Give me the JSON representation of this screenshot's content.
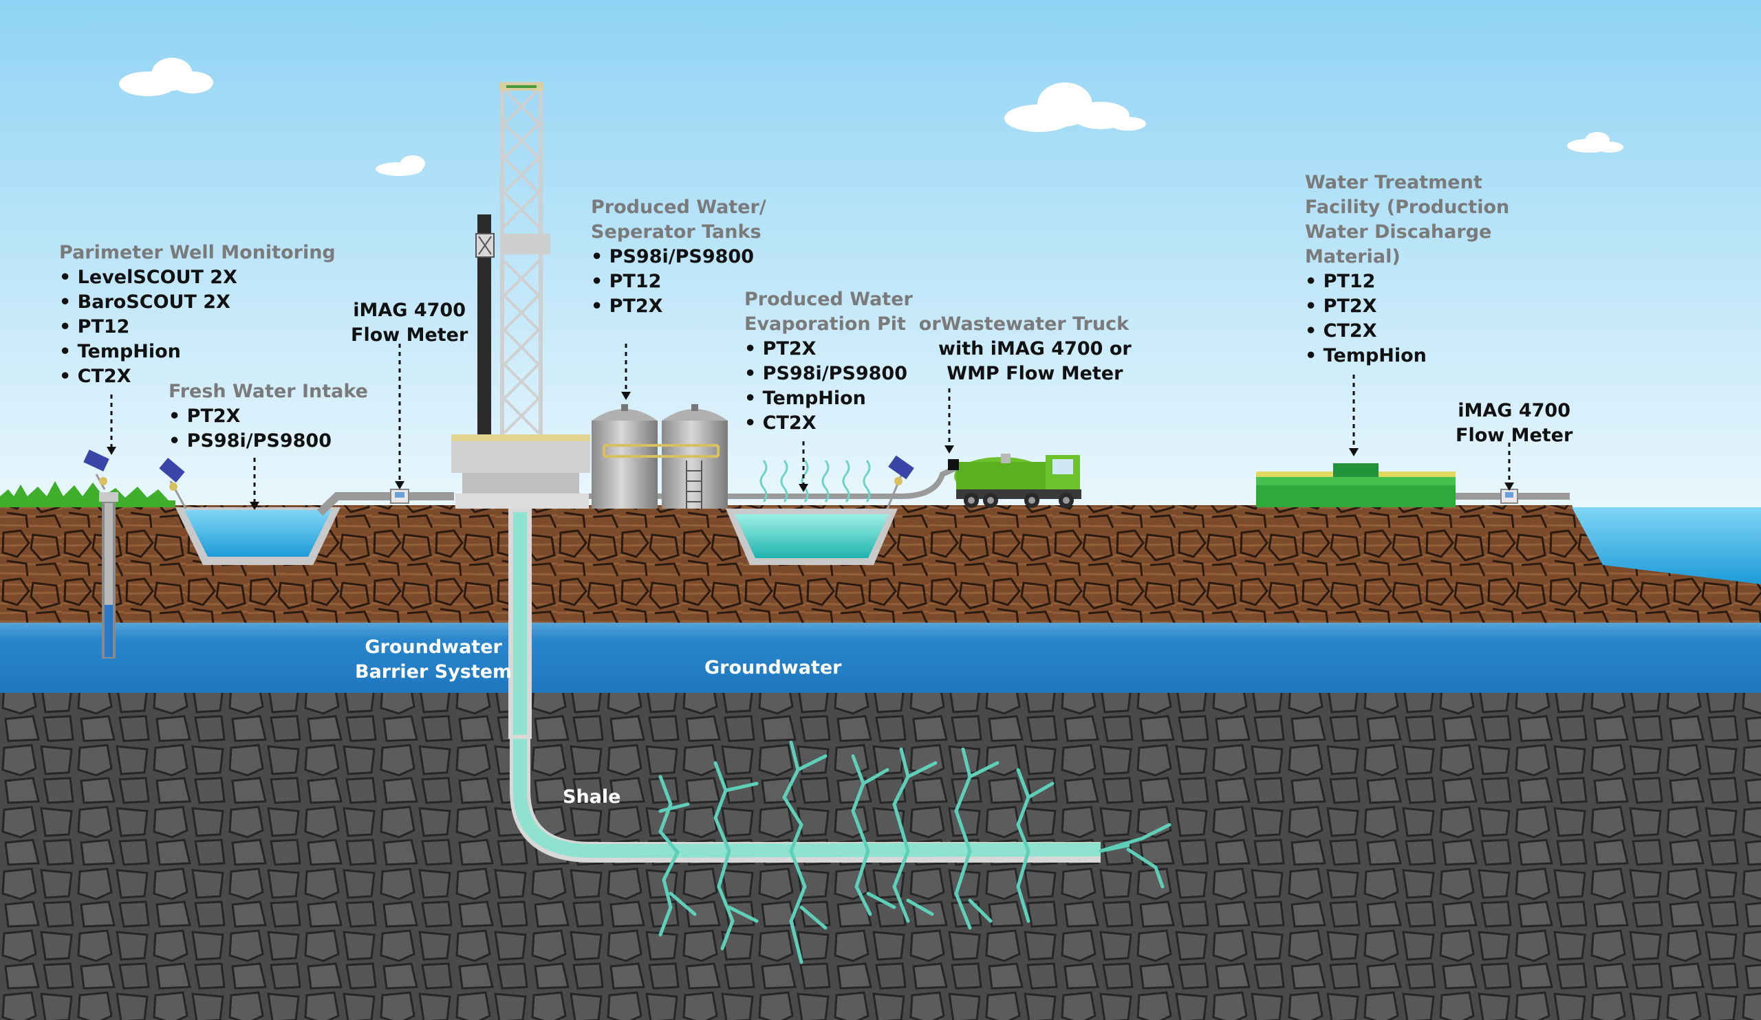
{
  "labels": {
    "perimeter": {
      "title": "Parimeter Well Monitoring",
      "items": [
        "LevelSCOUT 2X",
        "BaroSCOUT 2X",
        "PT12",
        "TempHion",
        "CT2X"
      ]
    },
    "fresh_water": {
      "title": "Fresh Water Intake",
      "items": [
        "PT2X",
        "PS98i/PS9800"
      ]
    },
    "flow_meter_left": {
      "line1": "iMAG 4700",
      "line2": "Flow Meter"
    },
    "tanks": {
      "title_line1": "Produced Water/",
      "title_line2": "Seperator Tanks",
      "items": [
        "PS98i/PS9800",
        "PT12",
        "PT2X"
      ]
    },
    "pit": {
      "title_line1": "Produced Water",
      "title_line2": "Evaporation Pit",
      "or": "or",
      "items": [
        "PT2X",
        "PS98i/PS9800",
        "TempHion",
        "CT2X"
      ]
    },
    "truck": {
      "title": "Wastewater Truck",
      "line2": "with iMAG 4700 or",
      "line3": "WMP Flow Meter"
    },
    "treatment": {
      "title_lines": [
        "Water Treatment",
        "Facility (Production",
        "Water Discaharge",
        "Material)"
      ],
      "items": [
        "PT12",
        "PT2X",
        "CT2X",
        "TempHion"
      ]
    },
    "flow_meter_right": {
      "line1": "iMAG 4700",
      "line2": "Flow Meter"
    },
    "barrier": {
      "line1": "Groundwater",
      "line2": "Barrier System"
    },
    "groundwater": "Groundwater",
    "shale": "Shale"
  },
  "colors": {
    "sky_top": "#8fd3f4",
    "sky_bottom": "#e4f5fc",
    "soil": "#7a4a2a",
    "groundwater": "#2a8ad0",
    "shale": "#4f4f4f",
    "water": "#2aa8e0",
    "pit_water": "#3ec8c0",
    "fracture": "#5ecfb8",
    "truck": "#6cc22a",
    "facility": "#2eaa3a"
  },
  "icons": [
    "cloud-icon",
    "sensor-icon",
    "drilling-rig-icon",
    "storage-tank-icon",
    "truck-icon",
    "flow-meter-icon"
  ]
}
